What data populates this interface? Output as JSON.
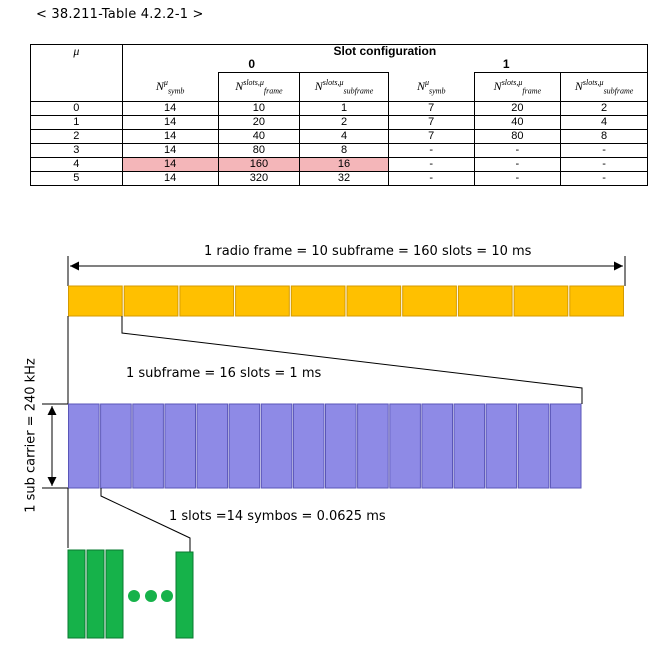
{
  "table_title": "< 38.211-Table 4.2.2-1 >",
  "table": {
    "mu_header": "μ",
    "slot_config_header": "Slot configuration",
    "config_labels": [
      "0",
      "1"
    ],
    "sub_headers": [
      {
        "base": "N",
        "sup": "μ",
        "sub": "symb"
      },
      {
        "base": "N",
        "sup": "slots,μ",
        "sub": "frame"
      },
      {
        "base": "N",
        "sup": "slots,μ",
        "sub": "subframe"
      },
      {
        "base": "N",
        "sup": "μ",
        "sub": "symb"
      },
      {
        "base": "N",
        "sup": "slots,μ",
        "sub": "frame"
      },
      {
        "base": "N",
        "sup": "slots,μ",
        "sub": "subframe"
      }
    ],
    "rows": [
      [
        "0",
        "14",
        "10",
        "1",
        "7",
        "20",
        "2"
      ],
      [
        "1",
        "14",
        "20",
        "2",
        "7",
        "40",
        "4"
      ],
      [
        "2",
        "14",
        "40",
        "4",
        "7",
        "80",
        "8"
      ],
      [
        "3",
        "14",
        "80",
        "8",
        "-",
        "-",
        "-"
      ],
      [
        "4",
        "14",
        "160",
        "16",
        "-",
        "-",
        "-"
      ],
      [
        "5",
        "14",
        "320",
        "32",
        "-",
        "-",
        "-"
      ]
    ],
    "highlight_row_index": 4,
    "highlight_color": "#f4b6b9"
  },
  "diagram": {
    "frame_label": "1 radio frame = 10 subframe = 160 slots = 10 ms",
    "subframe_label": "1 subframe = 16 slots = 1 ms",
    "slot_label": "1 slots =14 symbos = 0.0625 ms",
    "subcarrier_label": "1 sub carrier = 240 kHz",
    "subframe_count": 10,
    "slot_count": 16,
    "colors": {
      "subframe": "#ffc000",
      "slot": "#8e8ae6",
      "symbol": "#16b24a"
    }
  }
}
